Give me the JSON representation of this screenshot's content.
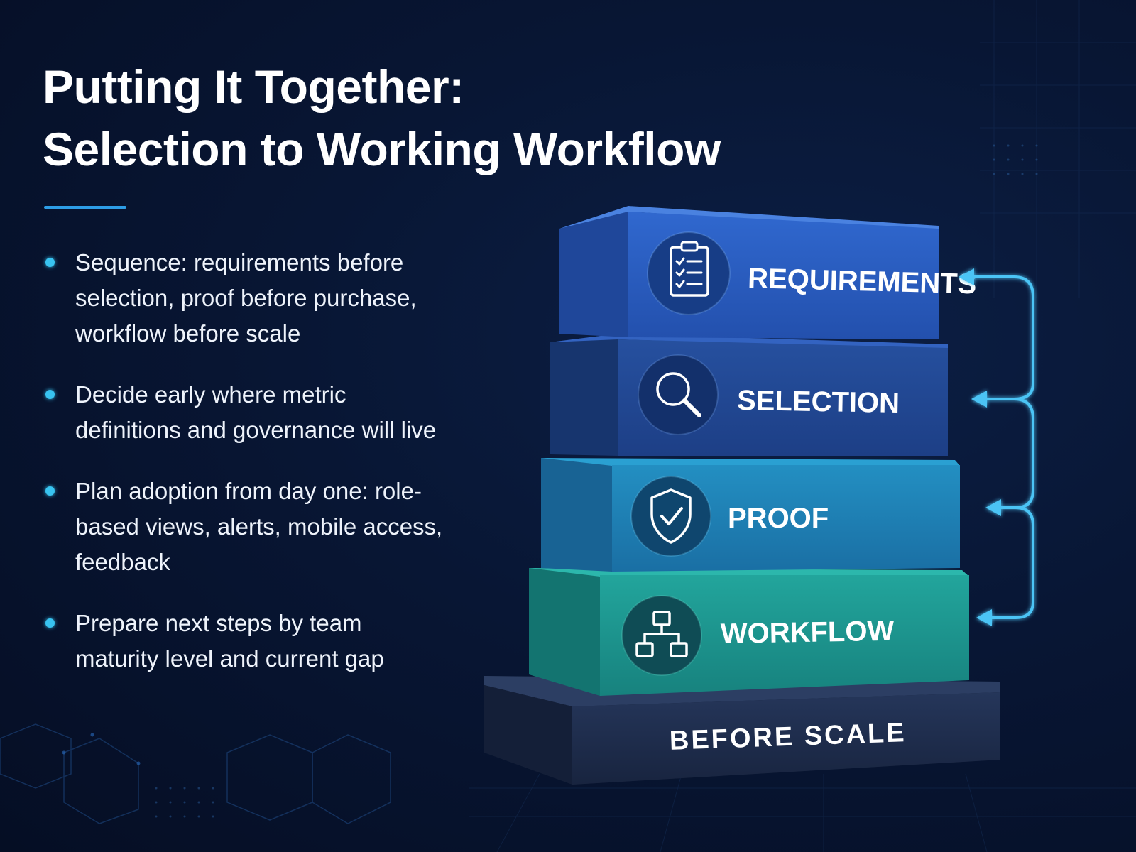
{
  "title": {
    "line1": "Putting It Together:",
    "line2": "Selection to Working Workflow"
  },
  "bullets": [
    "Sequence: requirements before selection, proof before purchase, workflow before scale",
    "Decide early where metric definitions and governance will live",
    "Plan adoption from day one: role-based views, alerts, mobile access, feedback",
    "Prepare next steps by team maturity level and current gap"
  ],
  "blocks": [
    {
      "label": "REQUIREMENTS",
      "icon": "clipboard-checklist-icon",
      "color": "#2a5cc0"
    },
    {
      "label": "SELECTION",
      "icon": "magnifier-icon",
      "color": "#21489f"
    },
    {
      "label": "PROOF",
      "icon": "shield-check-icon",
      "color": "#1f85b8"
    },
    {
      "label": "WORKFLOW",
      "icon": "hierarchy-icon",
      "color": "#209a93"
    }
  ],
  "base": {
    "label": "BEFORE SCALE",
    "color": "#1c2b4a"
  },
  "colors": {
    "accent": "#38c3f0",
    "rule": "#2d9de6",
    "background": "#081634"
  }
}
